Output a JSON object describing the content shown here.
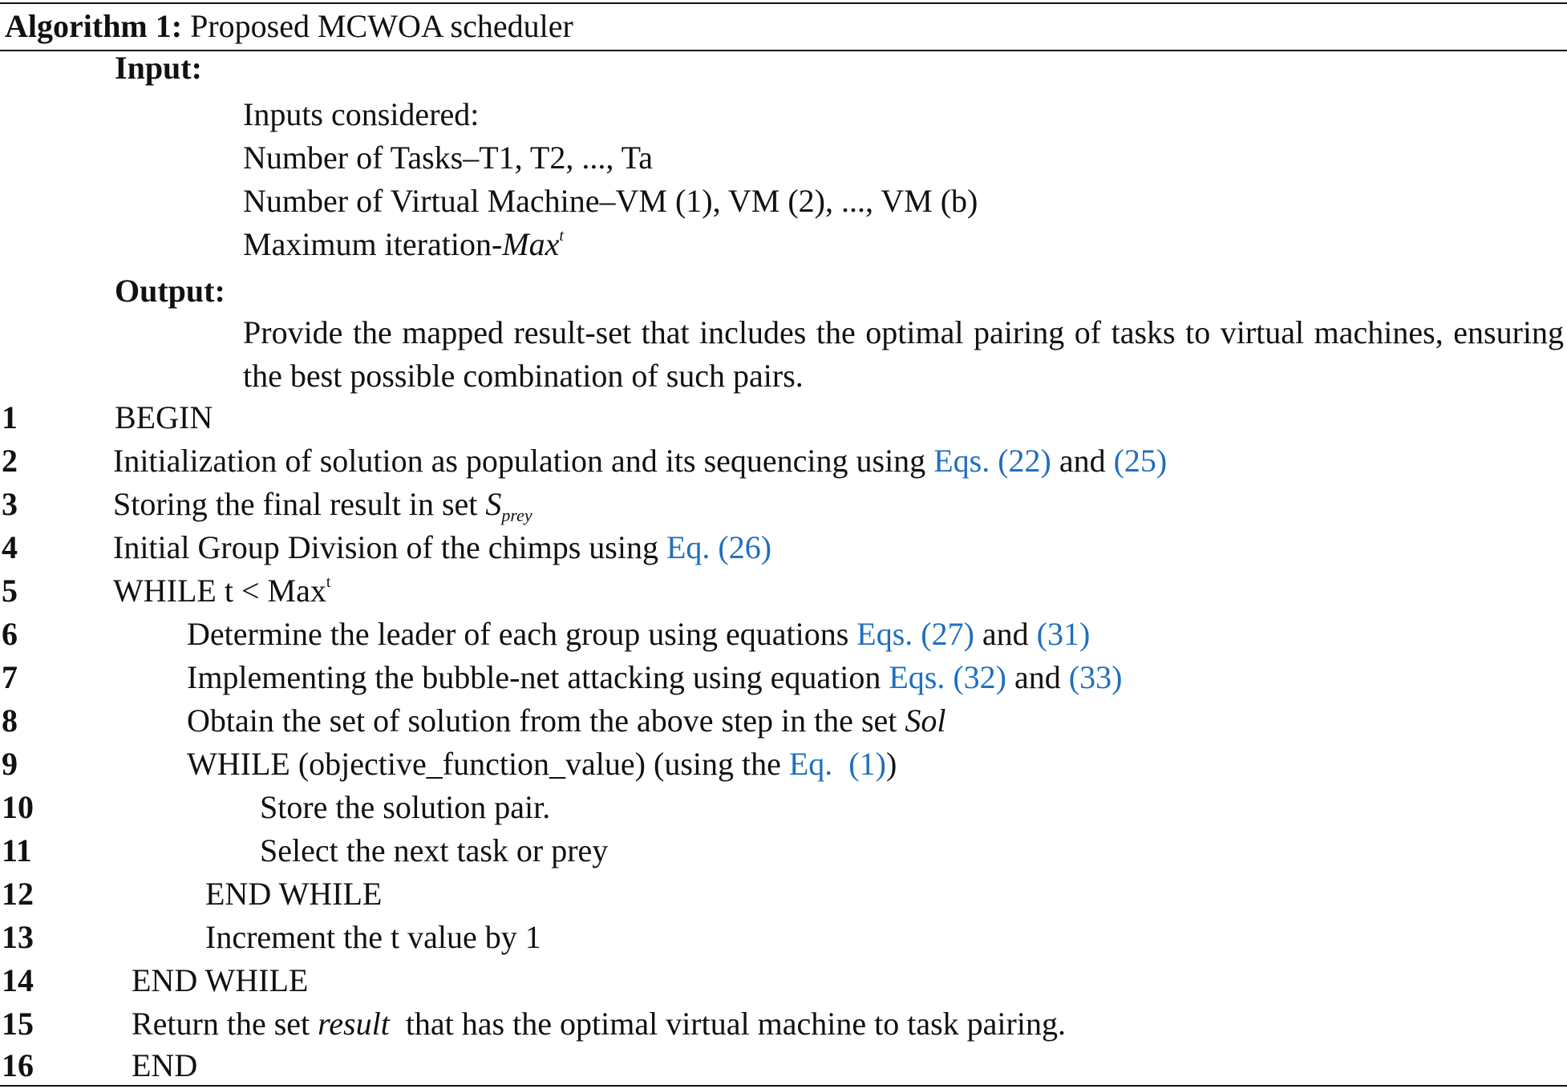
{
  "algorithm": {
    "label": "Algorithm 1:",
    "title": "Proposed MCWOA scheduler"
  },
  "input": {
    "heading": "Input:",
    "lines": [
      "Inputs considered:",
      "Number of Tasks–T1, T2, ..., Ta",
      "Number of Virtual Machine–VM (1), VM (2), ..., VM (b)"
    ],
    "max_prefix": "Maximum iteration-",
    "max_symbol": "Max",
    "max_sup": "t"
  },
  "output": {
    "heading": "Output:",
    "text": "Provide the mapped result-set that includes the optimal pairing of tasks to virtual machines, ensuring the best possible combination of such pairs."
  },
  "steps": {
    "n1": "1",
    "s1": "BEGIN",
    "n2": "2",
    "s2_text": "Initialization of solution as population and its sequencing using ",
    "s2_ref1": "Eqs. (22)",
    "s2_and": " and ",
    "s2_ref2": "(25)",
    "n3": "3",
    "s3_text": "Storing the final result in set ",
    "s3_sym": "S",
    "s3_sub": "prey",
    "n4": "4",
    "s4_text": "Initial Group Division of the chimps using ",
    "s4_ref": "Eq. (26)",
    "n5": "5",
    "s5_text": "WHILE t < Max",
    "s5_sup": "t",
    "n6": "6",
    "s6_text": "Determine the leader of each group using equations ",
    "s6_ref1": "Eqs. (27)",
    "s6_and": " and ",
    "s6_ref2": "(31)",
    "n7": "7",
    "s7_text": "Implementing the bubble-net attacking using equation ",
    "s7_ref1": "Eqs. (32)",
    "s7_and": " and ",
    "s7_ref2": "(33)",
    "n8": "8",
    "s8_text": "Obtain the set of solution from the above step in the set ",
    "s8_sym": "Sol",
    "n9": "9",
    "s9_text": "WHILE (objective_function_value) (using the ",
    "s9_ref": "Eq.  (1)",
    "s9_close": ")",
    "n10": "10",
    "s10": "Store the solution pair.",
    "n11": "11",
    "s11": "Select the next task or prey",
    "n12": "12",
    "s12": "END WHILE",
    "n13": "13",
    "s13": "Increment the t value by 1",
    "n14": "14",
    "s14": "END WHILE",
    "n15": "15",
    "s15_a": "Return the set ",
    "s15_sym": "result",
    "s15_b": "  that has the optimal virtual machine to task pairing.",
    "n16": "16",
    "s16": "END"
  },
  "colors": {
    "link": "#1f6fbf",
    "text": "#111111",
    "rule": "#111111"
  }
}
